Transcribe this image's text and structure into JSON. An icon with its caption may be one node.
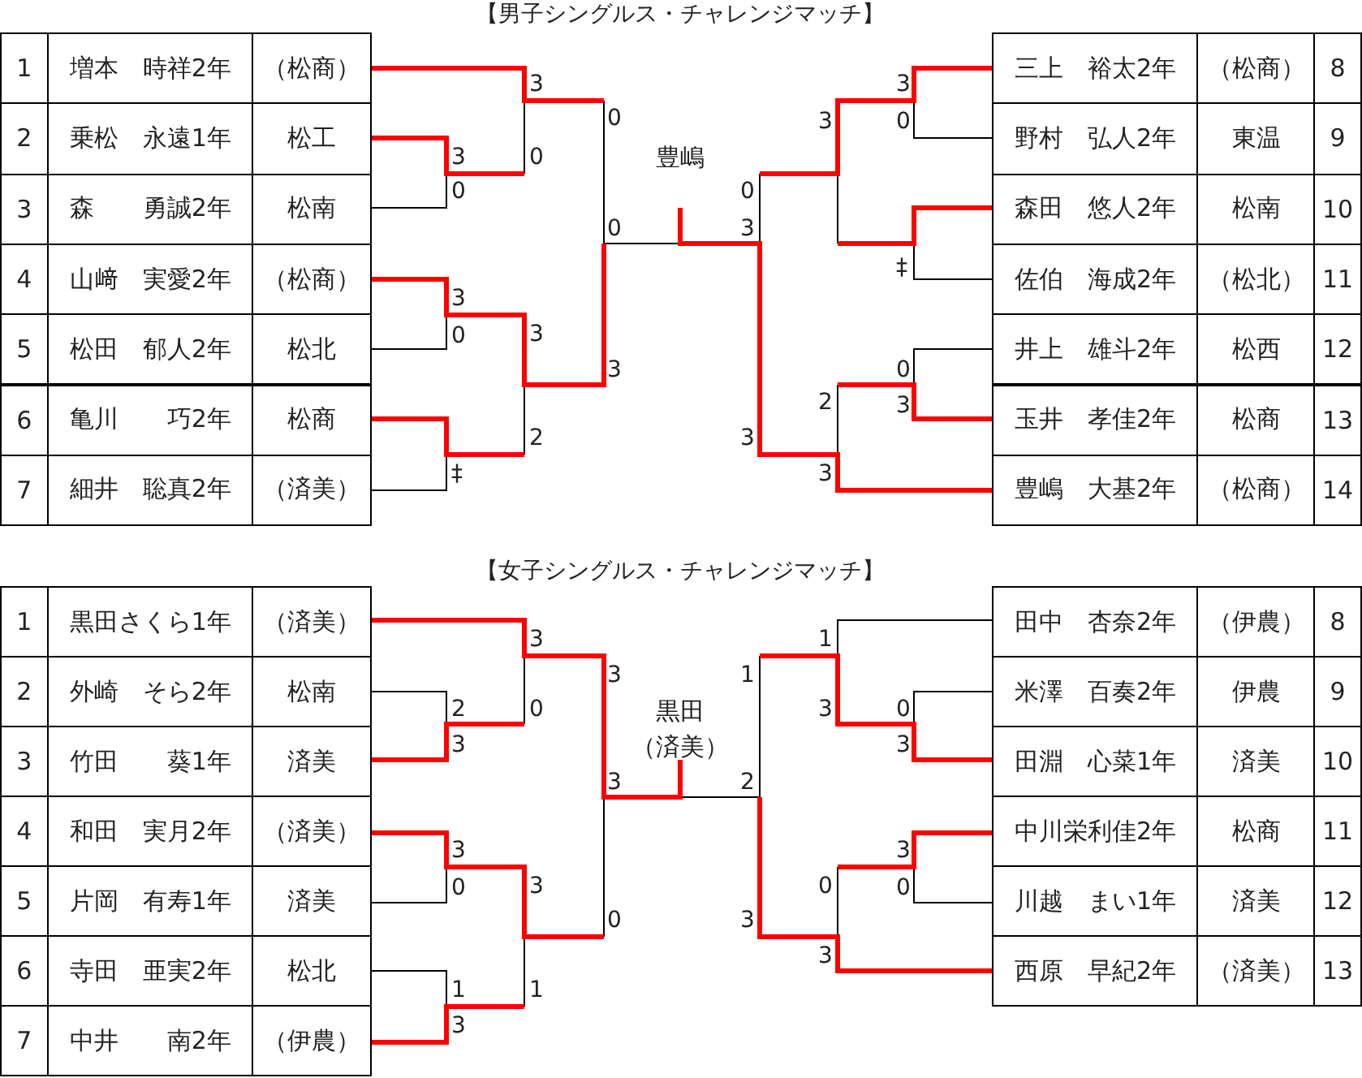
{
  "diagram": {
    "nodes": [
      {
        "text": [
          "1",
          "増本　時祥2年",
          "（松商）"
        ]
      },
      {
        "text": [
          "2",
          "乗松　永遠1年",
          "松工"
        ]
      },
      {
        "text": [
          "3",
          "森　　勇誠2年",
          "松南"
        ]
      },
      {
        "text": [
          "4",
          "山﨑　実愛2年",
          "（松商）"
        ]
      },
      {
        "text": [
          "5",
          "松田　郁人2年",
          "松北"
        ]
      },
      {
        "text": [
          "6",
          "亀川　　巧2年",
          "松商"
        ]
      },
      {
        "text": [
          "7",
          "細井　聡真2年",
          "（済美）"
        ]
      },
      {
        "text": [
          "三上　裕太2年",
          "（松商）",
          "8"
        ]
      },
      {
        "text": [
          "野村　弘人2年",
          "東温",
          "9"
        ]
      },
      {
        "text": [
          "森田　悠人2年",
          "松南",
          "10"
        ]
      },
      {
        "text": [
          "佐伯　海成2年",
          "（松北）",
          "11"
        ]
      },
      {
        "text": [
          "井上　雄斗2年",
          "松西",
          "12"
        ]
      },
      {
        "text": [
          "玉井　孝佳2年",
          "松商",
          "13"
        ]
      },
      {
        "text": [
          "豊嶋　大基2年",
          "（松商）",
          "14"
        ]
      },
      {
        "text": [
          "豊嶋"
        ]
      },
      {
        "text": [
          "1",
          "黒田さくら1年",
          "（済美）"
        ]
      },
      {
        "text": [
          "2",
          "外崎　そら2年",
          "松南"
        ]
      },
      {
        "text": [
          "3",
          "竹田　　葵1年",
          "済美"
        ]
      },
      {
        "text": [
          "4",
          "和田　実月2年",
          "（済美）"
        ]
      },
      {
        "text": [
          "5",
          "片岡　有寿1年",
          "済美"
        ]
      },
      {
        "text": [
          "6",
          "寺田　亜実2年",
          "松北"
        ]
      },
      {
        "text": [
          "7",
          "中井　　南2年",
          "（伊農）"
        ]
      },
      {
        "text": [
          "田中　杏奈2年",
          "（伊農）",
          "8"
        ]
      },
      {
        "text": [
          "米澤　百奏2年",
          "伊農",
          "9"
        ]
      },
      {
        "text": [
          "田淵　心菜1年",
          "済美",
          "10"
        ]
      },
      {
        "text": [
          "中川栄利佳2年",
          "松商",
          "11"
        ]
      },
      {
        "text": [
          "川越　まい1年",
          "済美",
          "12"
        ]
      },
      {
        "text": [
          "西原　早紀2年",
          "（済美）",
          "13"
        ]
      },
      {
        "text": [
          "黒田",
          "（済美）"
        ]
      }
    ],
    "labels": [
      "【男子シングルス・チャレンジマッチ】",
      "3",
      "0",
      "3",
      "0",
      "‡",
      "3",
      "0",
      "3",
      "2",
      "0",
      "0",
      "3",
      "0",
      "3",
      "3",
      "3",
      "2",
      "3",
      "3",
      "0",
      "‡",
      "0",
      "3",
      "【女子シングルス・チャレンジマッチ】",
      "2",
      "3",
      "3",
      "0",
      "1",
      "3",
      "3",
      "0",
      "3",
      "1",
      "3",
      "3",
      "0",
      "1",
      "2",
      "3",
      "1",
      "3",
      "0",
      "3",
      "0",
      "3",
      "3",
      "0"
    ]
  }
}
